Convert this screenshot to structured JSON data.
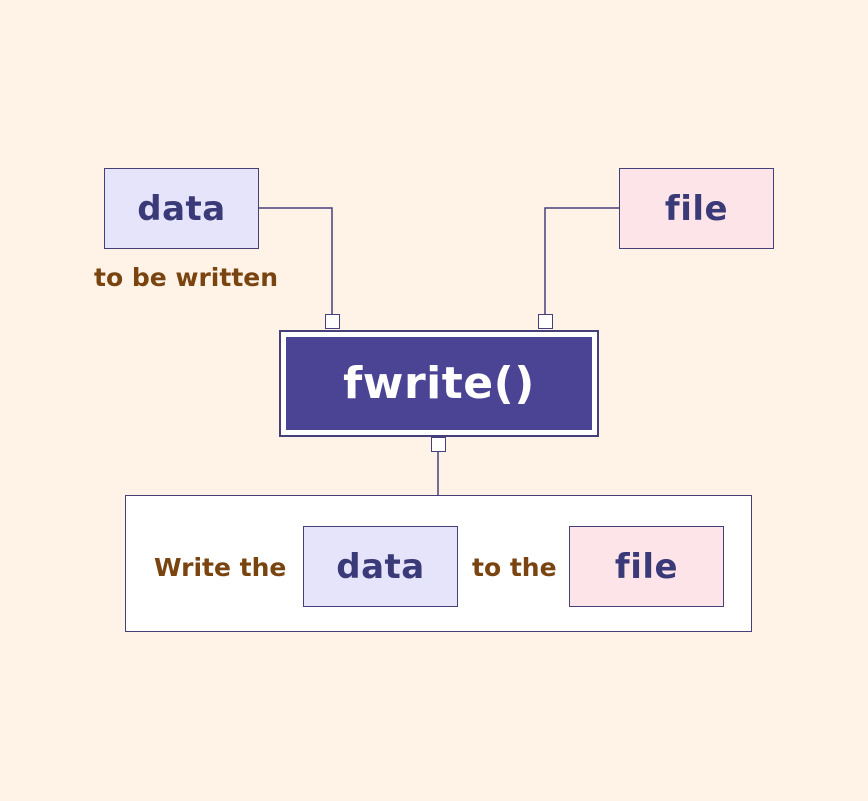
{
  "inputs": {
    "data_label": "data",
    "data_caption": "to be written",
    "file_label": "file"
  },
  "function": {
    "name": "fwrite()"
  },
  "result": {
    "prefix": "Write the",
    "data_label": "data",
    "middle": "to the",
    "file_label": "file"
  },
  "colors": {
    "background": "#fef3e6",
    "function_fill": "#4b4495",
    "border": "#46407a",
    "data_fill": "#e5e4fb",
    "file_fill": "#fde4e8",
    "caption_text": "#7a4410",
    "label_text": "#3b3a78"
  }
}
